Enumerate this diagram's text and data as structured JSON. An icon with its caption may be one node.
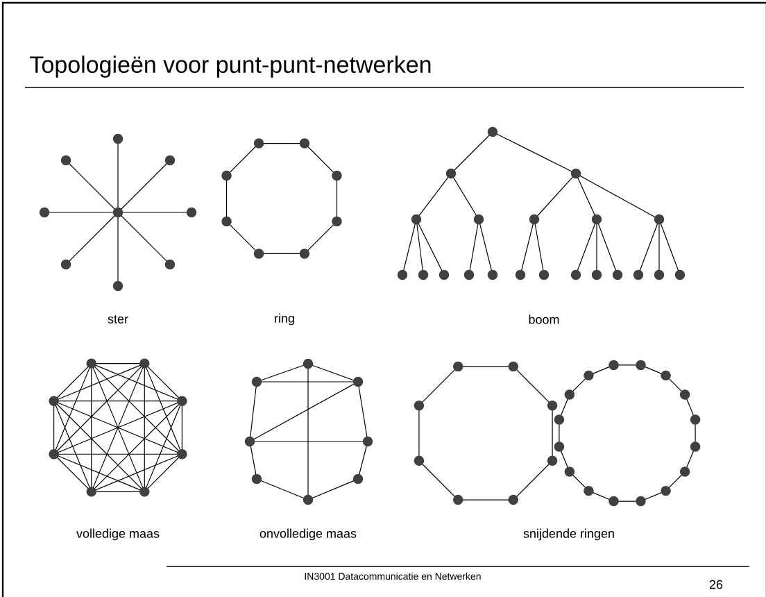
{
  "diagram": {
    "title": "Topologieën voor punt-punt-netwerken",
    "labels": [
      "ster",
      "ring",
      "boom",
      "volledige maas",
      "onvolledige maas",
      "snijdende ringen",
      "IN3001 Datacommunicatie en Netwerken",
      "26"
    ]
  }
}
